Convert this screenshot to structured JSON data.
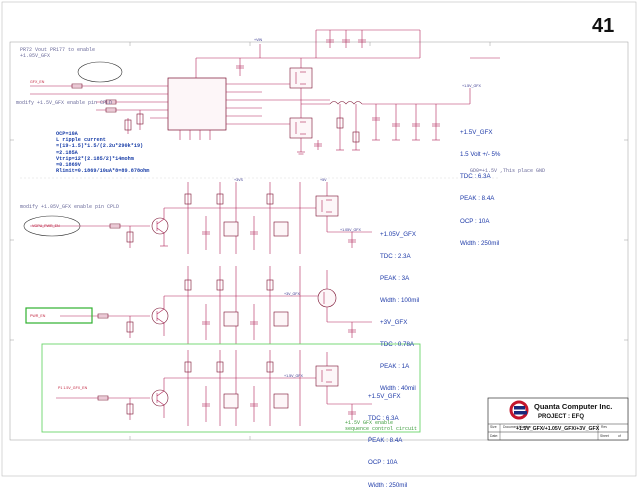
{
  "page": {
    "number": "41"
  },
  "notes": {
    "top_left": "PR72 Vout PR177 to enable\n+1.05V_GFX",
    "enable_1v05": "modify +1.5V_GFX enable pin CPLD",
    "ocp": "OCP=10A\nL ripple current\n=(19-1.5)*1.5/(2.2u*290k*19)\n=2.185A\nVtrip=12*(2.185/2)*14mohm\n=0.1869V\nRlimit=0.1869/10uA*8=89.878ohm",
    "gfx_note": "GD0=+1.5V ,This place GND",
    "enable_105gfx": "modify +1.05V_GFX enable pin CPLD",
    "bottom_note": "+1.5V GFX enable\nsequence control circuit"
  },
  "rails": [
    {
      "title": "+1.5V_GFX",
      "lines": [
        "1.5 Volt +/- 5%",
        "TDC : 6.3A",
        "PEAK : 8.4A",
        "OCP : 10A",
        "Width : 250mil"
      ]
    },
    {
      "title": "+1.05V_GFX",
      "lines": [
        "TDC : 2.3A",
        "PEAK : 3A",
        "Width : 100mil"
      ]
    },
    {
      "title": "+3V_GFX",
      "lines": [
        "TDC : 0.78A",
        "PEAK : 1A",
        "Width : 40mil"
      ]
    },
    {
      "title": "+1.5V_GFX",
      "lines": [
        "TDC : 6.3A",
        "PEAK : 8.4A",
        "OCP : 10A",
        "Width : 250mil"
      ]
    }
  ],
  "nets": {
    "vgfx_top": "+1.5V_GFX",
    "gfx_en": "GFX_EN",
    "gpu_pwr": "VGPU_PWR_EN",
    "pwr_en": "PWR_EN",
    "b1v05": "+1.05V_GFX",
    "b3v": "+3V_GFX",
    "b1v5": "+1.5V_GFX",
    "vin": "+VIN",
    "b3vs": "+3VS",
    "b5v": "+5V",
    "cap_note": "P1 1.5V_GFX_EN"
  },
  "titleblock": {
    "company": "Quanta Computer Inc.",
    "project": "PROJECT : EFQ",
    "sheet_title": "+1.5V_GFX/+1.05V_GFX/+3V_GFX",
    "size": "Size",
    "doc": "Document Number",
    "rev": "Rev",
    "date": "Date:",
    "sheet": "Sheet",
    "of": "of"
  },
  "colors": {
    "wire": "#b1275a",
    "wire_dark": "#7a1030",
    "text": "#1e3aa8",
    "green_box": "#6ad46a",
    "frame": "#555555"
  }
}
